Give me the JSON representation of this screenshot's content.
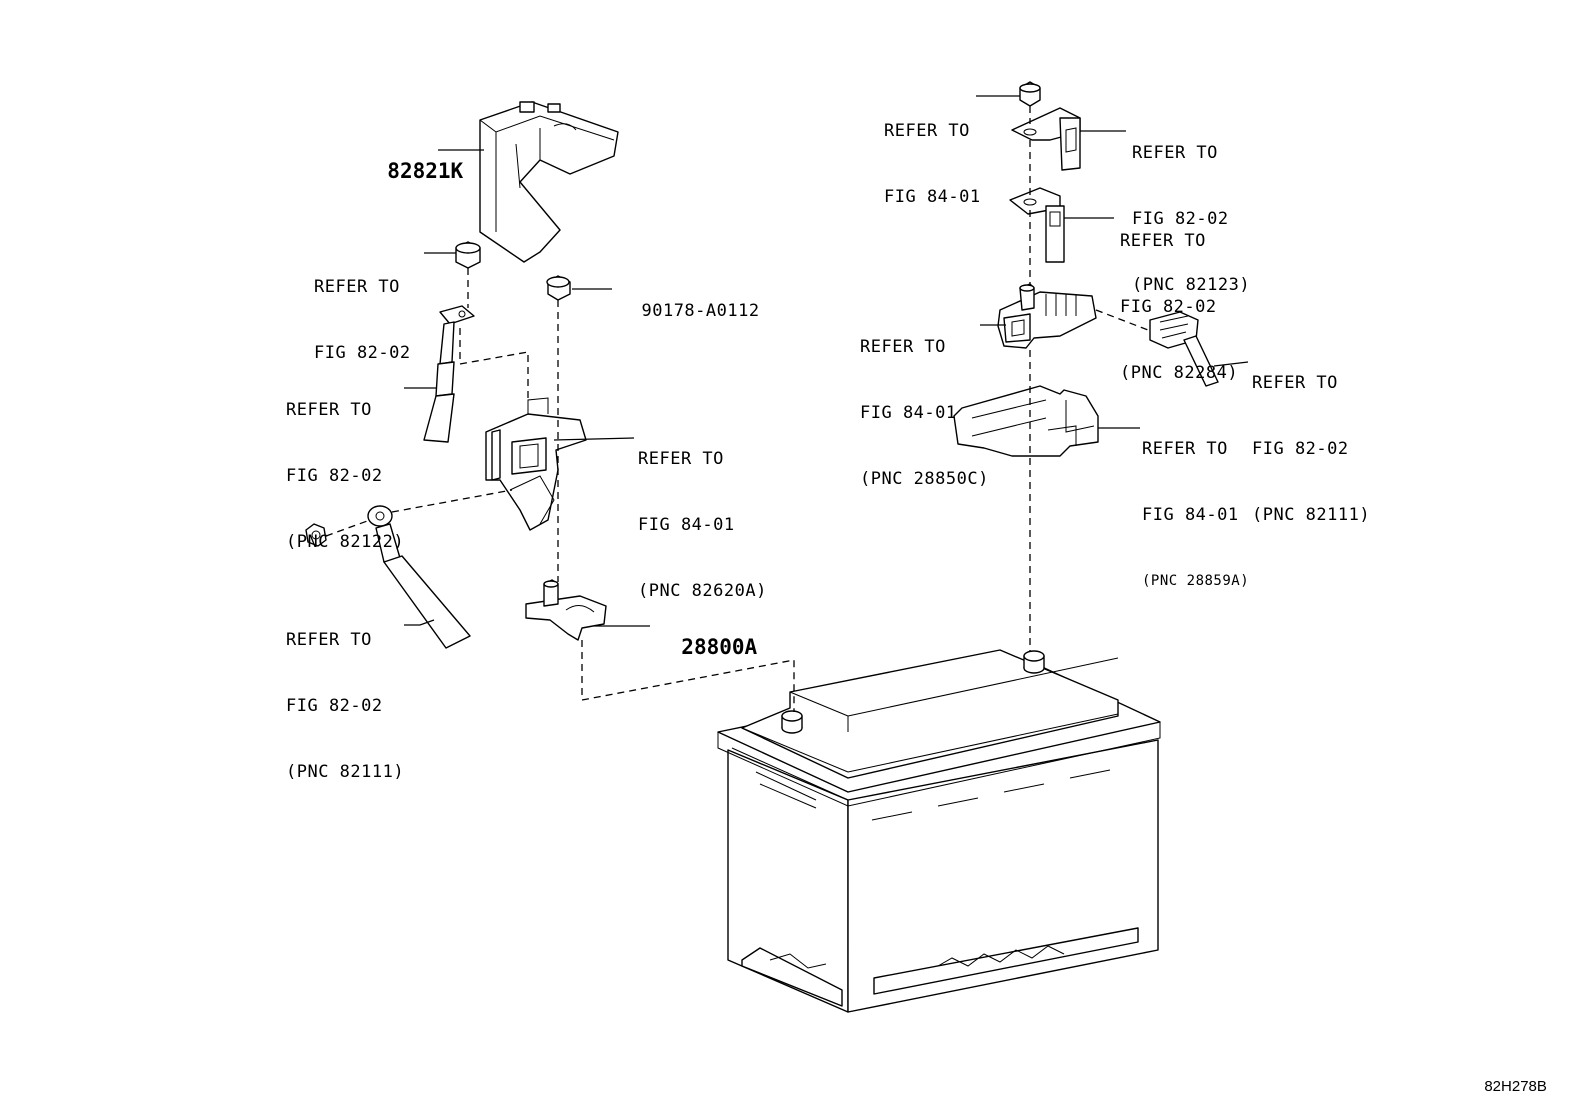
{
  "diagram_code": "82H278B",
  "callouts": {
    "cover_82821k": {
      "part_no": "82821K"
    },
    "nut_left": {
      "line1": "REFER TO",
      "line2": "FIG 82-02"
    },
    "nut_90178": {
      "part_no": "90178-A0112"
    },
    "cable_82122": {
      "line1": "REFER TO",
      "line2": "FIG 82-02",
      "line3": "(PNC 82122)"
    },
    "fuse_82620a": {
      "line1": "REFER TO",
      "line2": "FIG 84-01",
      "line3": "(PNC 82620A)"
    },
    "cable_82111_left": {
      "line1": "REFER TO",
      "line2": "FIG 82-02",
      "line3": "(PNC 82111)"
    },
    "clamp_28800a": {
      "part_no": "28800A"
    },
    "nut_right": {
      "line1": "REFER TO",
      "line2": "FIG 84-01"
    },
    "terminal_82123": {
      "line1": "REFER TO",
      "line2": "FIG 82-02",
      "line3": "(PNC 82123)"
    },
    "terminal_82284": {
      "line1": "REFER TO",
      "line2": "FIG 82-02",
      "line3": "(PNC 82284)"
    },
    "sensor_28850c": {
      "line1": "REFER TO",
      "line2": "FIG 84-01",
      "line3": "(PNC 28850C)"
    },
    "connector_82111_right": {
      "line1": "REFER TO",
      "line2": "FIG 82-02",
      "line3": "(PNC 82111)"
    },
    "bracket_28859a": {
      "line1": "REFER TO",
      "line2": "FIG 84-01",
      "line3": "(PNC 28859A)"
    }
  }
}
